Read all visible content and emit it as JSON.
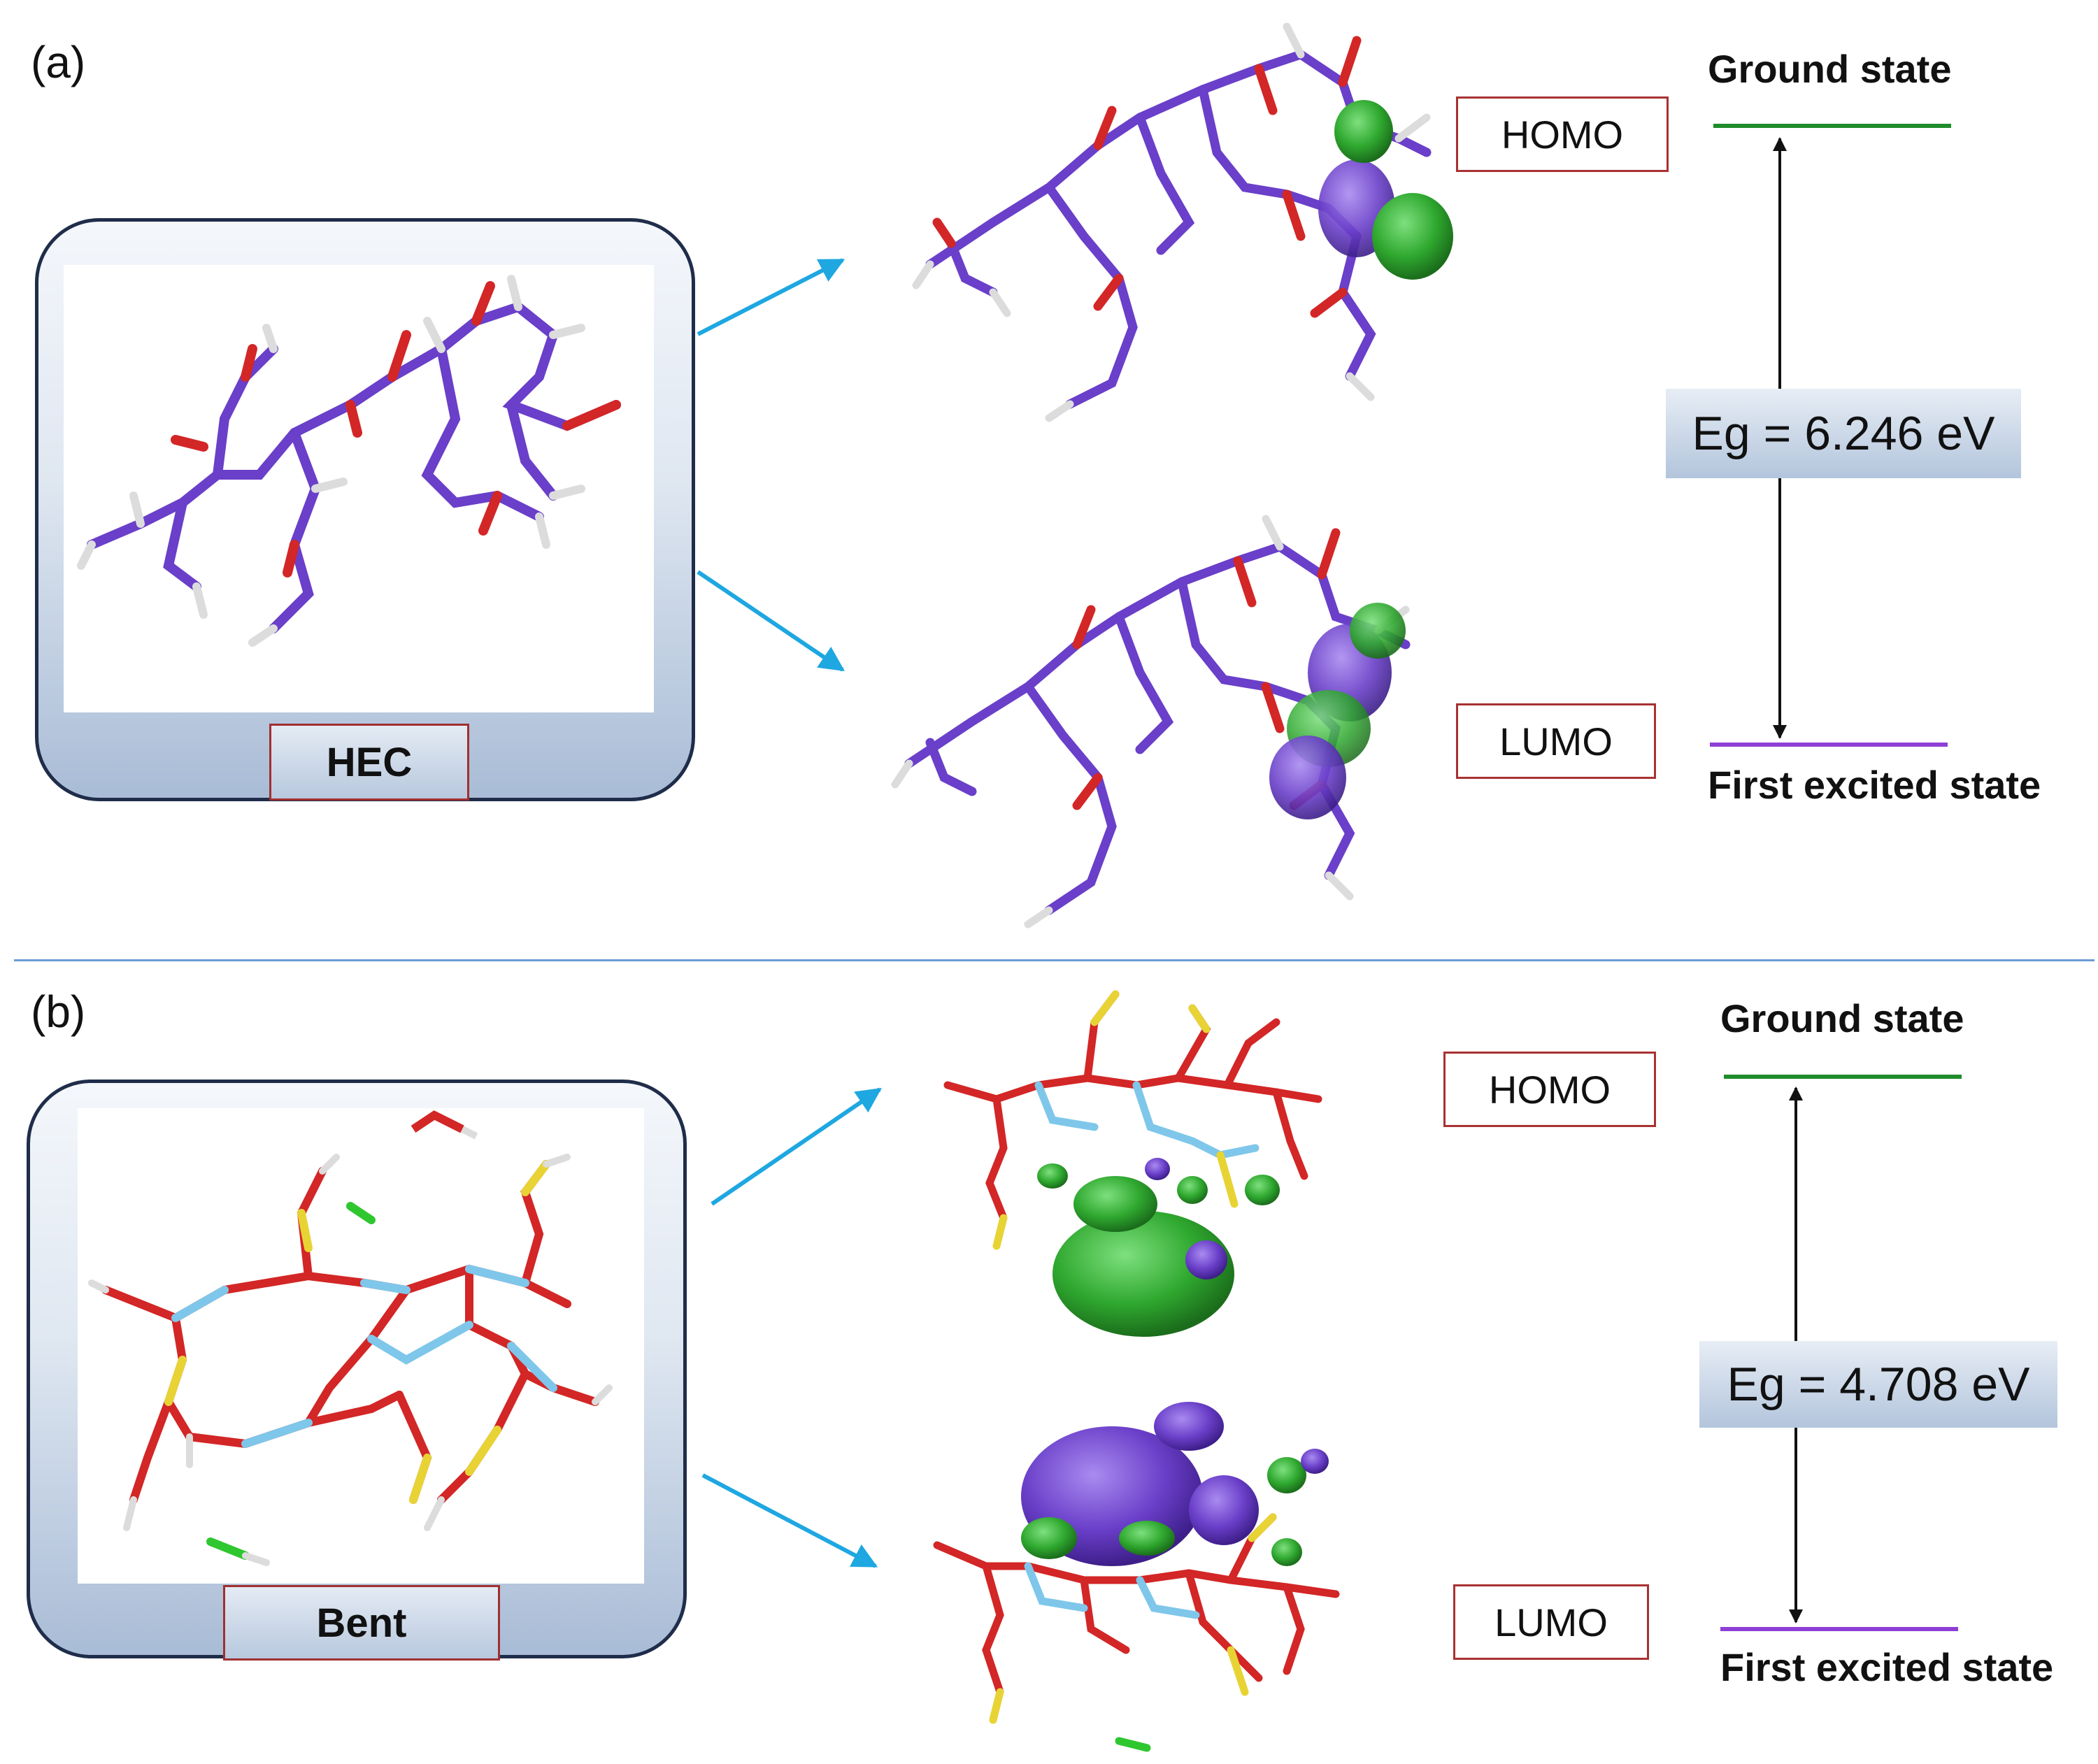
{
  "panels": [
    {
      "letter": "(a)",
      "molecule": "HEC",
      "homo_label": "HOMO",
      "lumo_label": "LUMO",
      "ground_state": "Ground state",
      "excited_state": "First excited state",
      "energy_gap": "Eg = 6.246 eV"
    },
    {
      "letter": "(b)",
      "molecule": "Bent",
      "homo_label": "HOMO",
      "lumo_label": "LUMO",
      "ground_state": "Ground state",
      "excited_state": "First excited state",
      "energy_gap": "Eg = 4.708 eV"
    }
  ],
  "colors": {
    "arrow": "#1ea7e1",
    "ground_level": "#1f8c2b",
    "excited_level": "#8e3fd6",
    "level_glow": "#c8f08c",
    "homo_lobe": "#2fa82f",
    "lumo_lobe": "#6a3fc9",
    "frame_border": "#1f2d4a",
    "label_border": "#a83232"
  }
}
